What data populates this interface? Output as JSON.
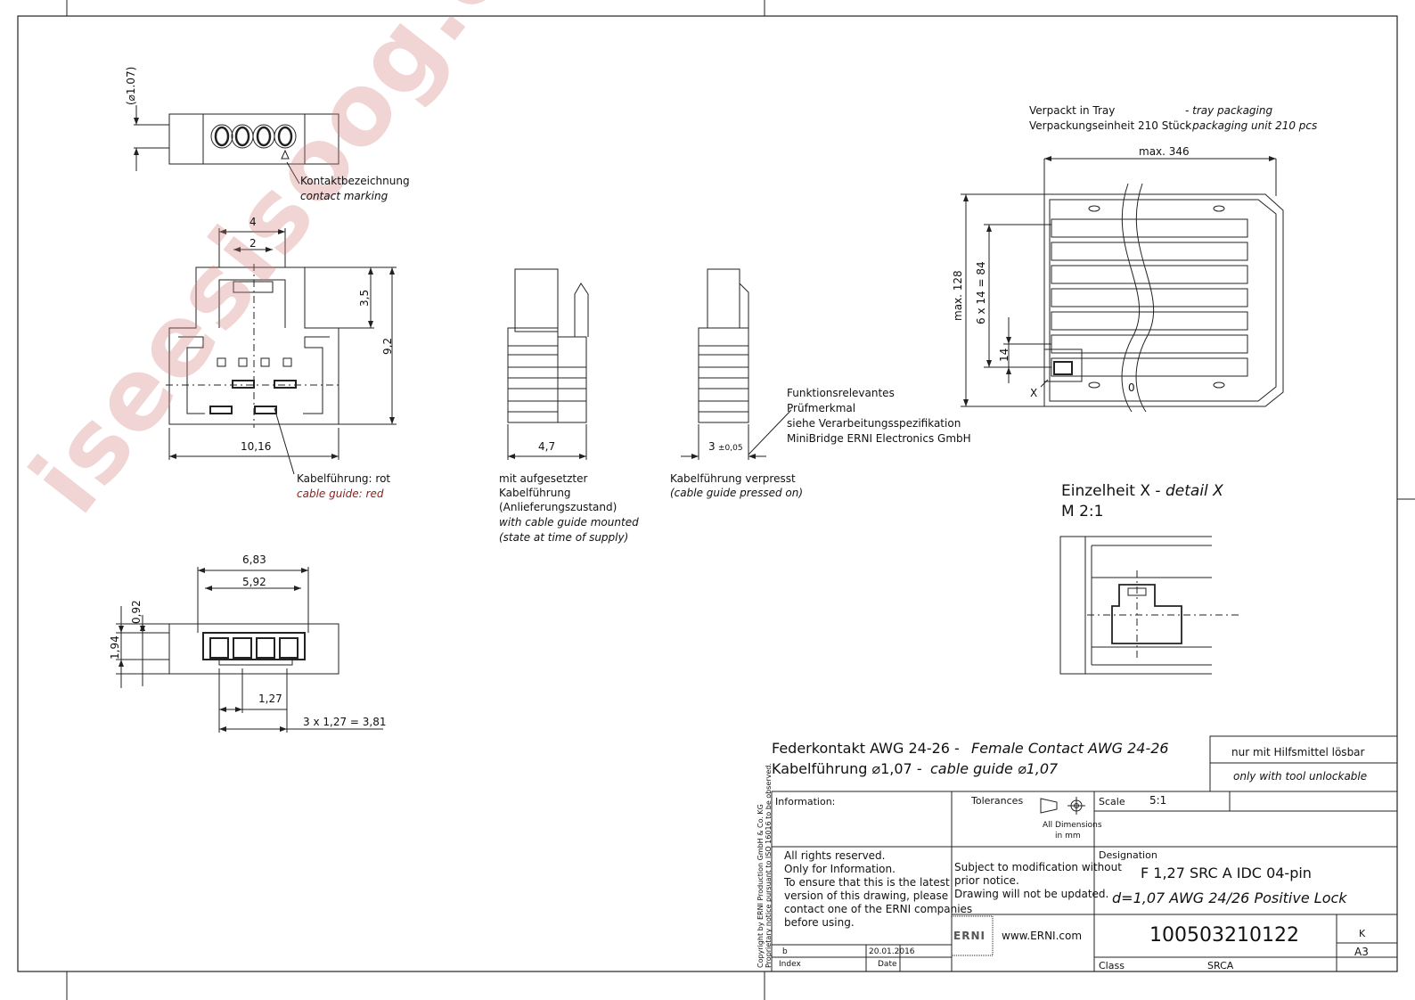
{
  "views": {
    "top": {
      "dim_dia": "(⌀1.07)",
      "callout_de": "Kontaktbezeichnung",
      "callout_en": "contact marking"
    },
    "front": {
      "dim_4": "4",
      "dim_2": "2",
      "dim_3_5": "3,5",
      "dim_9_2": "9,2",
      "dim_10_16": "10,16",
      "callout_de": "Kabelführung: rot",
      "callout_en": "cable guide: red"
    },
    "side_mounted": {
      "dim_4_7": "4,7",
      "caption": [
        "mit aufgesetzter",
        "Kabelführung",
        "(Anlieferungszustand)"
      ],
      "caption_en": [
        "with cable guide mounted",
        "(state at time of supply)"
      ]
    },
    "side_pressed": {
      "dim_3": "3",
      "dim_tol": "±0,05",
      "caption_de": "Kabelführung verpresst",
      "caption_en": "(cable guide pressed on)"
    },
    "function_note": [
      "Funktionsrelevantes",
      "Prüfmerkmal",
      "siehe Verarbeitungsspezifikation",
      "MiniBridge ERNI Electronics GmbH"
    ],
    "bottom": {
      "dim_6_83": "6,83",
      "dim_5_92": "5,92",
      "dim_0_92": "0,92",
      "dim_1_94": "1,94",
      "dim_1_27": "1,27",
      "dim_pitch": "3 x 1,27 = 3,81"
    }
  },
  "tray": {
    "line1_de": "Verpackt in Tray",
    "line1_en": "- tray packaging",
    "line2_de": "Verpackungseinheit 210 Stück",
    "line2_en": "- packaging unit 210 pcs",
    "dim_width": "max. 346",
    "dim_height": "max. 128",
    "dim_rows": "6 x 14 = 84",
    "dim_14": "14",
    "label_x": "X",
    "label_0": "0"
  },
  "detail": {
    "title_de": "Einzelheit X -",
    "title_en": "detail  X",
    "scale": "M 2:1"
  },
  "title_block": {
    "heading1_de": "Federkontakt AWG 24-26 -",
    "heading1_en": "Female Contact AWG 24-26",
    "heading2_de": "Kabelführung ⌀1,07 -",
    "heading2_en": "cable guide ⌀1,07",
    "note_de": "nur mit Hilfsmittel lösbar",
    "note_en": "only with tool unlockable",
    "information": "Information:",
    "tolerances": "Tolerances",
    "all_dims": "All Dimensions",
    "in_mm": "in mm",
    "scale_label": "Scale",
    "scale_value": "5:1",
    "rights": [
      "All rights reserved.",
      "Only for Information.",
      "To ensure that this is the latest",
      "version of this drawing, please",
      "contact one of the ERNI companies",
      "before using."
    ],
    "subject": [
      "Subject to modification without",
      "prior notice.",
      "Drawing will not be updated."
    ],
    "designation_label": "Designation",
    "designation_1": "F 1,27 SRC A IDC 04-pin",
    "designation_2": "d=1,07 AWG 24/26 Positive Lock",
    "logo": "ERNI",
    "website": "www.ERNI.com",
    "part_number": "100503210122",
    "rev_letter": "K",
    "sheet_size": "A3",
    "index_label": "Index",
    "index_value": "b",
    "date_label": "Date",
    "date_value": "20.01.2016",
    "class_label": "Class",
    "class_value": "SRCA",
    "copyright": "Copyright by ERNI Production GmbH & Co. KG",
    "proprietary": "Proprietary notice pursuant to ISO 16016 to be observed."
  },
  "watermark": "iseesisoog.com"
}
